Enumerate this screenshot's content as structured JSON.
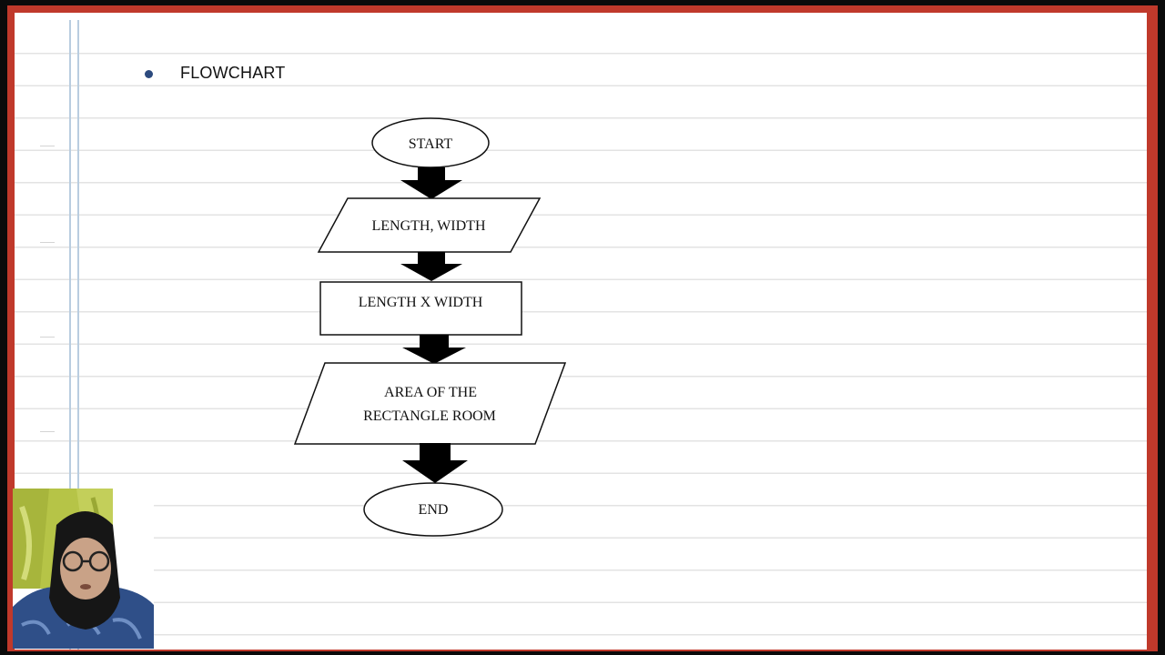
{
  "slide": {
    "heading": "FLOWCHART"
  },
  "flowchart": {
    "start": "START",
    "input": "LENGTH, WIDTH",
    "process": "LENGTH X WIDTH",
    "output_line1": "AREA OF THE",
    "output_line2": "RECTANGLE ROOM",
    "end": "END"
  },
  "colors": {
    "frame": "#c0392b",
    "bullet": "#2c4a7e",
    "margin_line": "#b9cde0"
  }
}
